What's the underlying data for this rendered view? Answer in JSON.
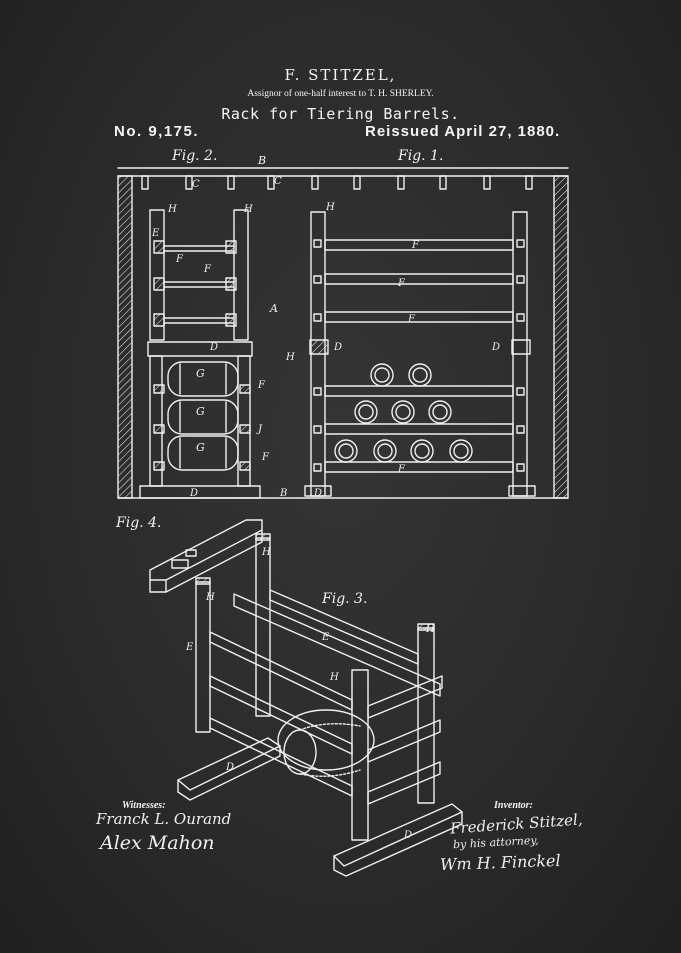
{
  "document": {
    "patentee": "F. STITZEL,",
    "assignment": "Assignor of one-half interest to T. H. SHERLEY.",
    "title": "Rack for Tiering Barrels.",
    "number": "No. 9,175.",
    "reissue_date": "Reissued April 27, 1880."
  },
  "figures": {
    "fig1": "Fig. 1.",
    "fig2": "Fig. 2.",
    "fig3": "Fig. 3.",
    "fig4": "Fig. 4."
  },
  "part_labels": {
    "a": "A",
    "b": "B",
    "c": "C",
    "d": "D",
    "e": "E",
    "f": "F",
    "g": "G",
    "h": "H",
    "j": "J"
  },
  "signatures": {
    "witnesses_label": "Witnesses:",
    "witness_1": "Franck L. Ourand",
    "witness_2": "Alex Mahon",
    "inventor_label": "Inventor:",
    "inventor": "Frederick Stitzel,",
    "by_attorney": "by his attorney,",
    "attorney": "Wm H. Finckel"
  },
  "colors": {
    "chalkboard": "#2b2b2b",
    "chalk": "#f2f2f2"
  }
}
